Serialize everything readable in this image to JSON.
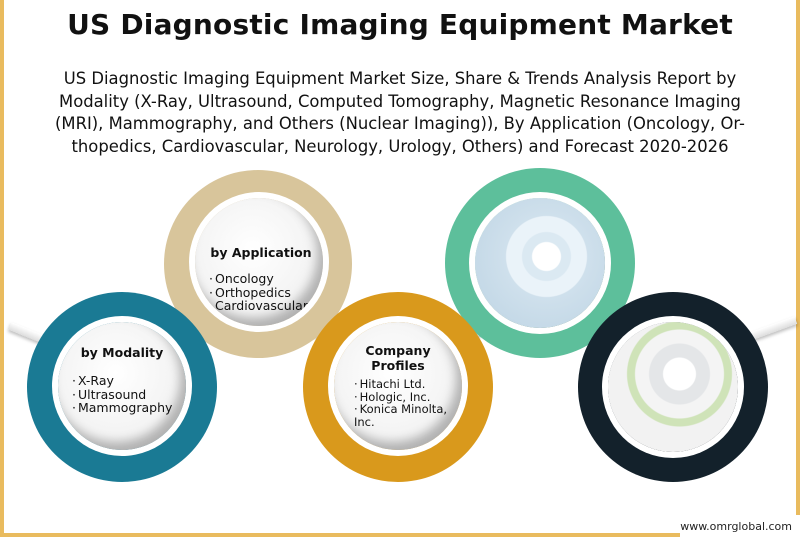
{
  "header": {
    "title": "US Diagnostic Imaging Equipment Market",
    "subtitle_lines": [
      "US Diagnostic Imaging Equipment Market Size, Share & Trends Analysis Report by",
      "Modality (X-Ray, Ultrasound, Computed Tomography, Magnetic Resonance Imaging",
      "(MRI), Mammography, and Others (Nuclear Imaging)), By Application (Oncology, Or-",
      "thopedics, Cardiovascular, Neurology, Urology, Others) and Forecast 2020-2026"
    ]
  },
  "segments": {
    "modality": {
      "title": "by Modality",
      "items": [
        "X-Ray",
        "Ultrasound",
        "Mammography"
      ],
      "color": "#1a7a94"
    },
    "application": {
      "title": "by Application",
      "items": [
        "Oncology",
        "Orthopedics",
        "Cardiovascular"
      ],
      "color": "#d8c59b"
    },
    "companies": {
      "title_lines": [
        "Company",
        "Profiles"
      ],
      "items": [
        "Hitachi Ltd.",
        "Hologic, Inc.",
        "Konica Minolta,"
      ],
      "item_cont": "Inc.",
      "color": "#d9991c"
    },
    "photo1": {
      "icon": "mri-room-photo",
      "color": "#5dbf9b"
    },
    "photo2": {
      "icon": "mri-scanner-photo",
      "color": "#13212b"
    }
  },
  "footer": {
    "url": "www.omrglobal.com"
  },
  "colors": {
    "border": "#e9bb5e"
  }
}
